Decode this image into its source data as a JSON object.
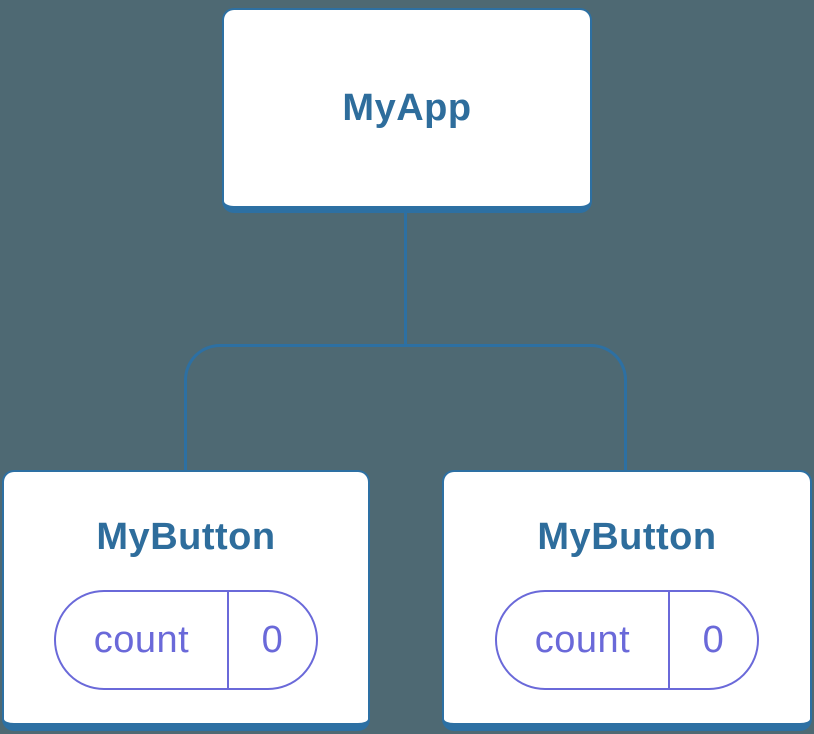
{
  "diagram": {
    "description": "Component tree with shared state pills",
    "root": {
      "label": "MyApp"
    },
    "children": [
      {
        "label": "MyButton",
        "state": {
          "name": "count",
          "value": "0"
        }
      },
      {
        "label": "MyButton",
        "state": {
          "name": "count",
          "value": "0"
        }
      }
    ],
    "colors": {
      "background": "#4e6973",
      "node_fill": "#ffffff",
      "node_border": "#2d70a3",
      "connector": "#2d70a3",
      "title_text": "#2e6d9c",
      "state_accent": "#6a69d9"
    }
  }
}
